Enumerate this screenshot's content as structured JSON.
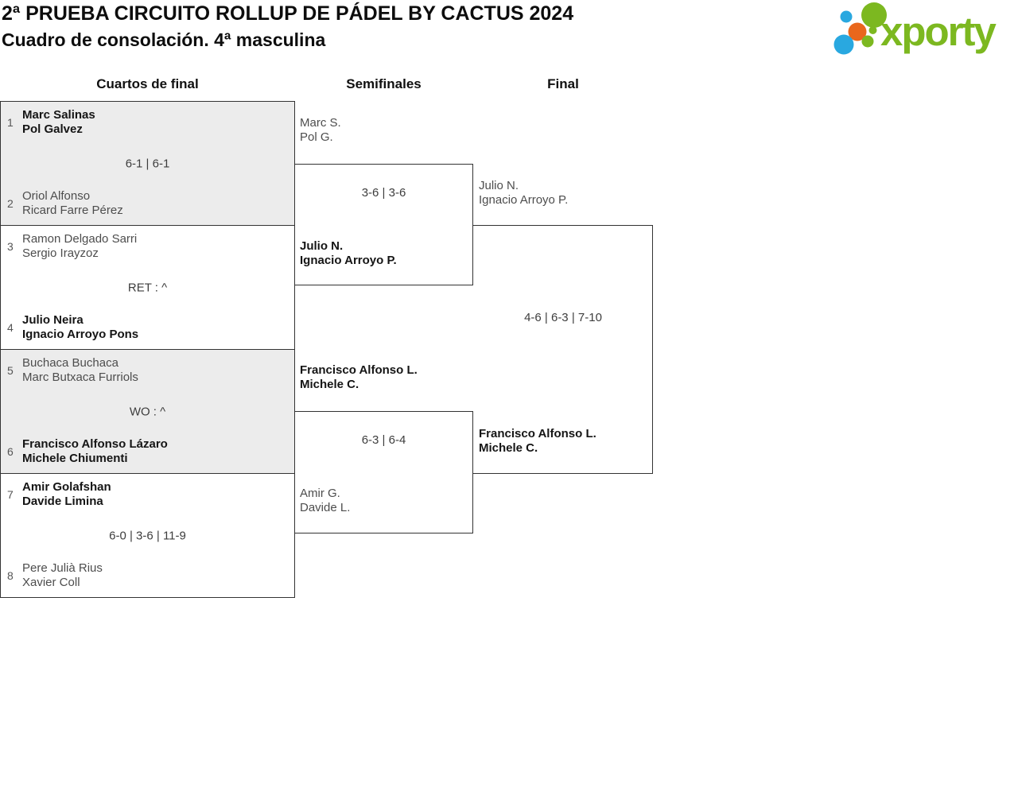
{
  "page": {
    "title": "2ª PRUEBA CIRCUITO ROLLUP DE PÁDEL BY CACTUS 2024",
    "subtitle": "Cuadro de consolación. 4ª masculina"
  },
  "logo": {
    "text": "xporty",
    "colors": {
      "green": "#7cb820",
      "blue": "#29a8e0",
      "orange": "#e9671c"
    }
  },
  "bracket": {
    "rounds": [
      {
        "label": "Cuartos de final"
      },
      {
        "label": "Semifinales"
      },
      {
        "label": "Final"
      }
    ],
    "quarterfinals": [
      {
        "seed_top": "1",
        "team_top": [
          "Marc Salinas",
          "Pol Galvez"
        ],
        "top_winner": true,
        "score": "6-1 | 6-1",
        "seed_bottom": "2",
        "team_bottom": [
          "Oriol Alfonso",
          "Ricard Farre Pérez"
        ],
        "bottom_winner": false
      },
      {
        "seed_top": "3",
        "team_top": [
          "Ramon Delgado Sarri",
          "Sergio Irayzoz"
        ],
        "top_winner": false,
        "score": "RET : ^",
        "seed_bottom": "4",
        "team_bottom": [
          "Julio Neira",
          "Ignacio Arroyo Pons"
        ],
        "bottom_winner": true
      },
      {
        "seed_top": "5",
        "team_top": [
          "Buchaca Buchaca",
          "Marc Butxaca Furriols"
        ],
        "top_winner": false,
        "score": "WO : ^",
        "seed_bottom": "6",
        "team_bottom": [
          "Francisco Alfonso Lázaro",
          "Michele Chiumenti"
        ],
        "bottom_winner": true
      },
      {
        "seed_top": "7",
        "team_top": [
          "Amir Golafshan",
          "Davide Limina"
        ],
        "top_winner": true,
        "score": "6-0 | 3-6 | 11-9",
        "seed_bottom": "8",
        "team_bottom": [
          "Pere Julià Rius",
          "Xavier Coll"
        ],
        "bottom_winner": false
      }
    ],
    "semifinals": [
      {
        "team_top": [
          "Marc S.",
          "Pol G."
        ],
        "top_winner": false,
        "score": "3-6 | 3-6",
        "team_bottom": [
          "Julio N.",
          "Ignacio Arroyo P."
        ],
        "bottom_winner": true
      },
      {
        "team_top": [
          "Francisco Alfonso L.",
          "Michele C."
        ],
        "top_winner": true,
        "score": "6-3 | 6-4",
        "team_bottom": [
          "Amir G.",
          "Davide L."
        ],
        "bottom_winner": false
      }
    ],
    "final": {
      "team_top": [
        "Julio N.",
        "Ignacio Arroyo P."
      ],
      "top_winner": false,
      "score": "4-6 | 6-3 | 7-10",
      "team_bottom": [
        "Francisco Alfonso L.",
        "Michele C."
      ],
      "bottom_winner": true
    }
  }
}
